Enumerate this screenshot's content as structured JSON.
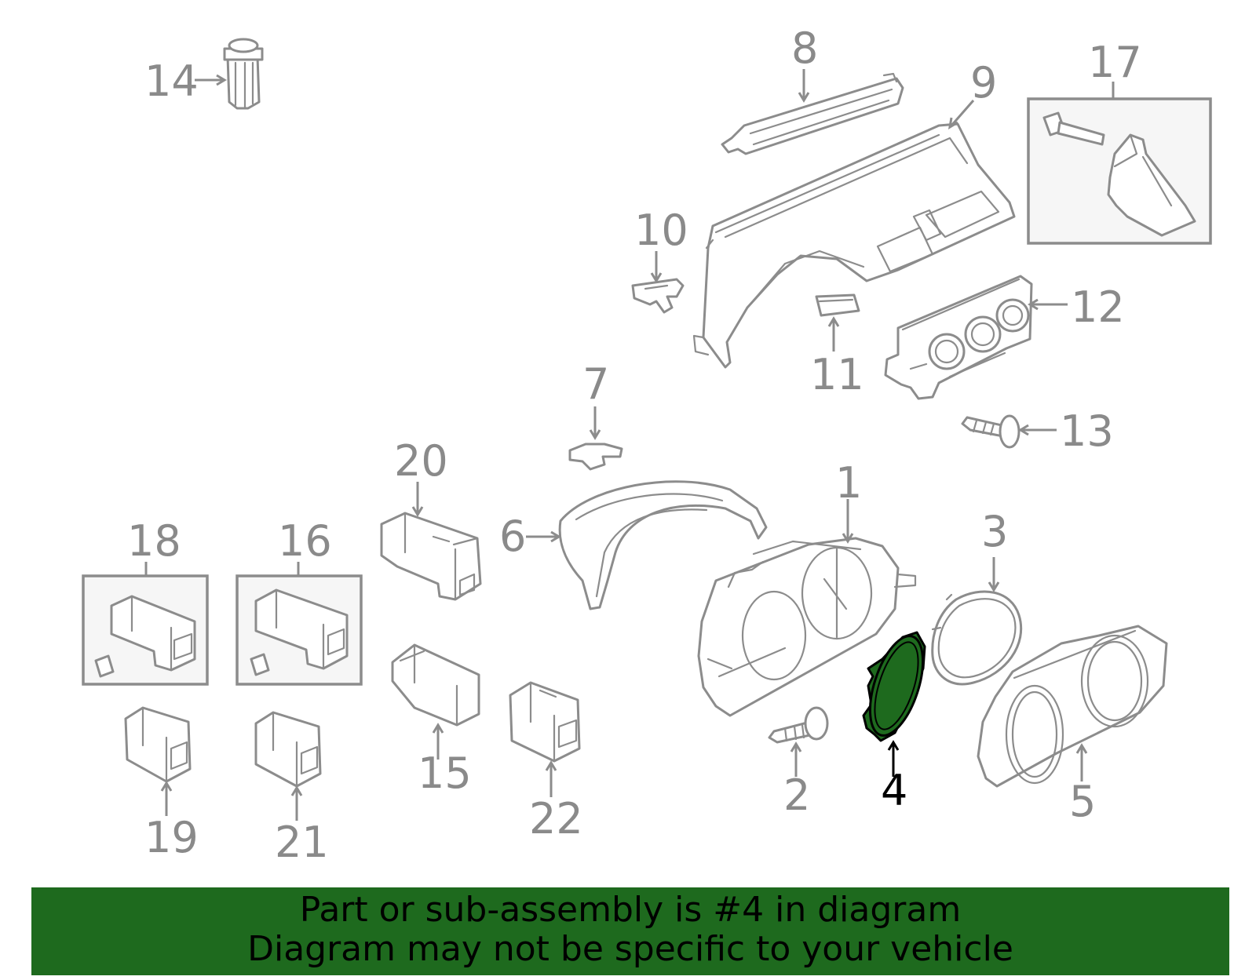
{
  "diagram": {
    "callouts": [
      "1",
      "2",
      "3",
      "4",
      "5",
      "6",
      "7",
      "8",
      "9",
      "10",
      "11",
      "12",
      "13",
      "14",
      "15",
      "16",
      "17",
      "18",
      "19",
      "20",
      "21",
      "22"
    ],
    "highlighted_part": "4",
    "highlight_color": "#1e6a1e",
    "line_color": "#8c8c8c"
  },
  "banner": {
    "line1": "Part or sub-assembly is #4 in diagram",
    "line2": "Diagram may not be specific to your vehicle",
    "background": "#1e6a1e"
  }
}
